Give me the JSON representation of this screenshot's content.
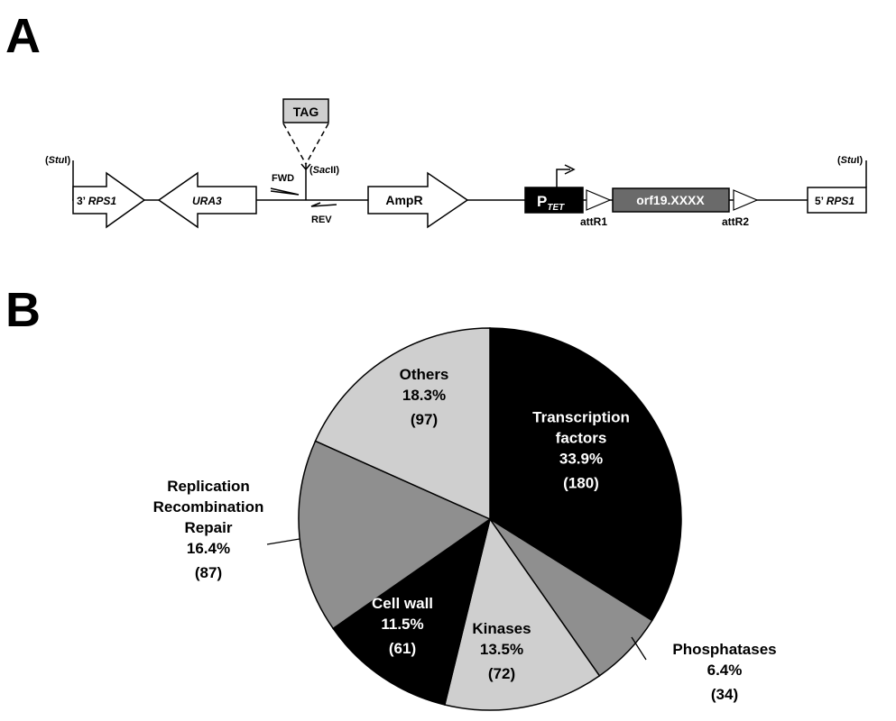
{
  "panel_a": {
    "letter": "A",
    "construct": {
      "stu1_left": {
        "open": "(",
        "site": "Stu",
        "suffix": "I",
        "close": ")"
      },
      "stu1_right": {
        "open": "(",
        "site": "Stu",
        "suffix": "I",
        "close": ")"
      },
      "rps1_3": {
        "prefix": "3’ ",
        "gene": "RPS1"
      },
      "ura3": "URA3",
      "tag": "TAG",
      "sac2": {
        "open": "(",
        "site": "Sac",
        "suffix": "II",
        "close": ")"
      },
      "fwd": "FWD",
      "rev": "REV",
      "ampr": "AmpR",
      "ptet": {
        "main": "P",
        "sub": "TET"
      },
      "attr1": "attR1",
      "orf": "orf19.XXXX",
      "attr2": "attR2",
      "rps1_5": {
        "prefix": "5’ ",
        "gene": "RPS1"
      }
    }
  },
  "panel_b": {
    "letter": "B"
  },
  "chart_data": {
    "type": "pie",
    "slices": [
      {
        "lines": [
          "Transcription",
          "factors"
        ],
        "percent": "33.9%",
        "count": "(180)",
        "value": 33.9,
        "color": "#000000",
        "text_color": "#ffffff"
      },
      {
        "lines": [
          "Phosphatases"
        ],
        "percent": "6.4%",
        "count": "(34)",
        "value": 6.4,
        "color": "#8f8f8f",
        "text_color": "#000000"
      },
      {
        "lines": [
          "Kinases"
        ],
        "percent": "13.5%",
        "count": "(72)",
        "value": 13.5,
        "color": "#cfcfcf",
        "text_color": "#000000"
      },
      {
        "lines": [
          "Cell wall"
        ],
        "percent": "11.5%",
        "count": "(61)",
        "value": 11.5,
        "color": "#000000",
        "text_color": "#ffffff"
      },
      {
        "lines": [
          "Replication",
          "Recombination",
          "Repair"
        ],
        "percent": "16.4%",
        "count": "(87)",
        "value": 16.4,
        "color": "#8f8f8f",
        "text_color": "#000000"
      },
      {
        "lines": [
          "Others"
        ],
        "percent": "18.3%",
        "count": "(97)",
        "value": 18.3,
        "color": "#cfcfcf",
        "text_color": "#000000"
      }
    ]
  }
}
